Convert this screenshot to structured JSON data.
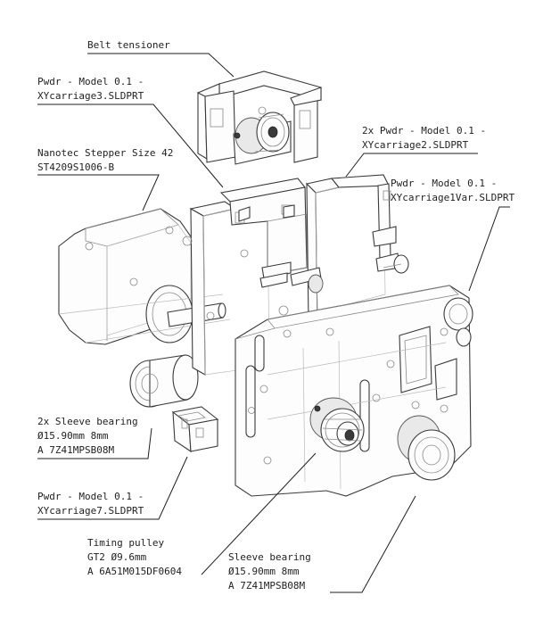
{
  "labels": {
    "belt_tensioner": [
      "Belt tensioner"
    ],
    "xycarriage3": [
      "Pwdr - Model 0.1 -",
      "XYcarriage3.SLDPRT"
    ],
    "stepper": [
      "Nanotec Stepper Size 42",
      "ST4209S1006-B"
    ],
    "xycarriage2": [
      "2x Pwdr - Model 0.1 -",
      "XYcarriage2.SLDPRT"
    ],
    "xycarriage1var": [
      "Pwdr - Model 0.1 -",
      "XYcarriage1Var.SLDPRT"
    ],
    "sleeve_bearing_2x": [
      "2x Sleeve bearing",
      "Ø15.90mm 8mm",
      "A 7Z41MPSB08M"
    ],
    "xycarriage7": [
      "Pwdr - Model 0.1 -",
      "XYcarriage7.SLDPRT"
    ],
    "timing_pulley": [
      "Timing pulley",
      "GT2 Ø9.6mm",
      "A 6A51M015DF0604"
    ],
    "sleeve_bearing": [
      "Sleeve bearing",
      "Ø15.90mm 8mm",
      "A 7Z41MPSB08M"
    ]
  }
}
